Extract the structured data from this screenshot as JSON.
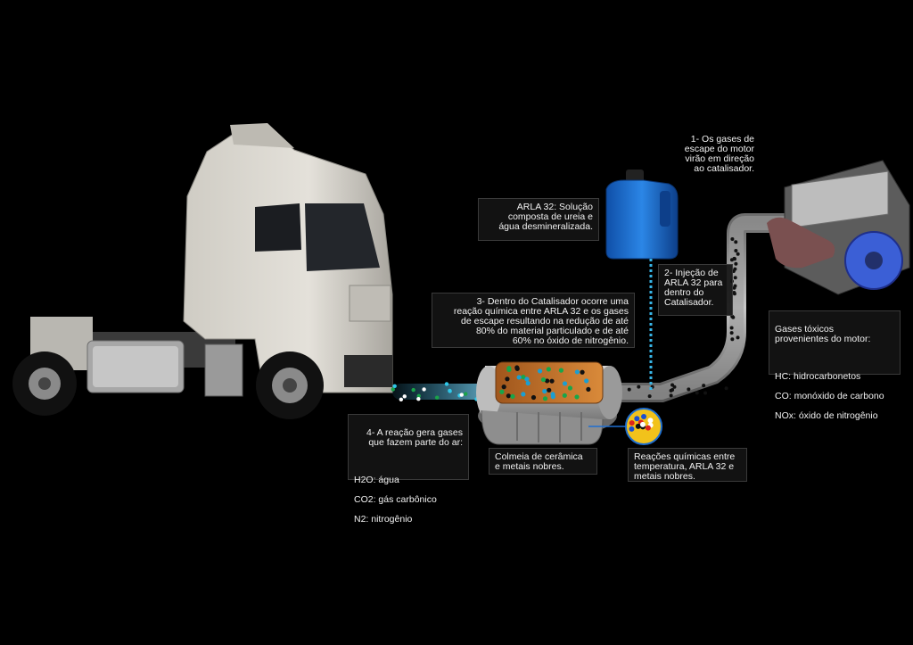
{
  "colors": {
    "background": "#000000",
    "arla_blue": "#1f6fd1",
    "injection_line": "#38b6e8",
    "pipe": "#8c8c8c",
    "label_box_bg": "#141414",
    "label_box_border": "#3a3a3a",
    "text": "#f2f2f2"
  },
  "steps": {
    "step1": "1- Os gases de\nescape do motor\nvirão em direção\nao catalisador.",
    "step2": "2- Injeção de\nARLA 32 para\ndentro do\nCatalisador.",
    "step3": "3- Dentro do Catalisador ocorre uma\nreação química entre ARLA 32 e os gases\nde escape resultando na redução de até\n80% do material particulado e de até\n60% no óxido de nitrogênio.",
    "step4_title": "4- A reação gera gases\nque fazem parte do ar:",
    "step4_items": [
      "H2O: água",
      "CO2: gás carbônico",
      "N2: nitrogênio"
    ]
  },
  "arla": {
    "description": "ARLA 32: Solução\ncomposta de ureia e\nágua desmineralizada."
  },
  "engine_gases": {
    "title": "Gases tóxicos\nprovenientes do motor:",
    "items": [
      "HC: hidrocarbonetos",
      "CO: monóxido de carbono",
      "NOx: óxido de nitrogênio"
    ]
  },
  "catalyst": {
    "honeycomb": "Colmeia de cerâmica\ne metais nobres.",
    "reactions": "Reações químicas entre\ntemperatura, ARLA 32 e\nmetais nobres."
  },
  "icons": [
    "truck-illustration",
    "engine-illustration",
    "arla-jug-icon",
    "catalyst-illustration",
    "reaction-zoom-icon"
  ]
}
